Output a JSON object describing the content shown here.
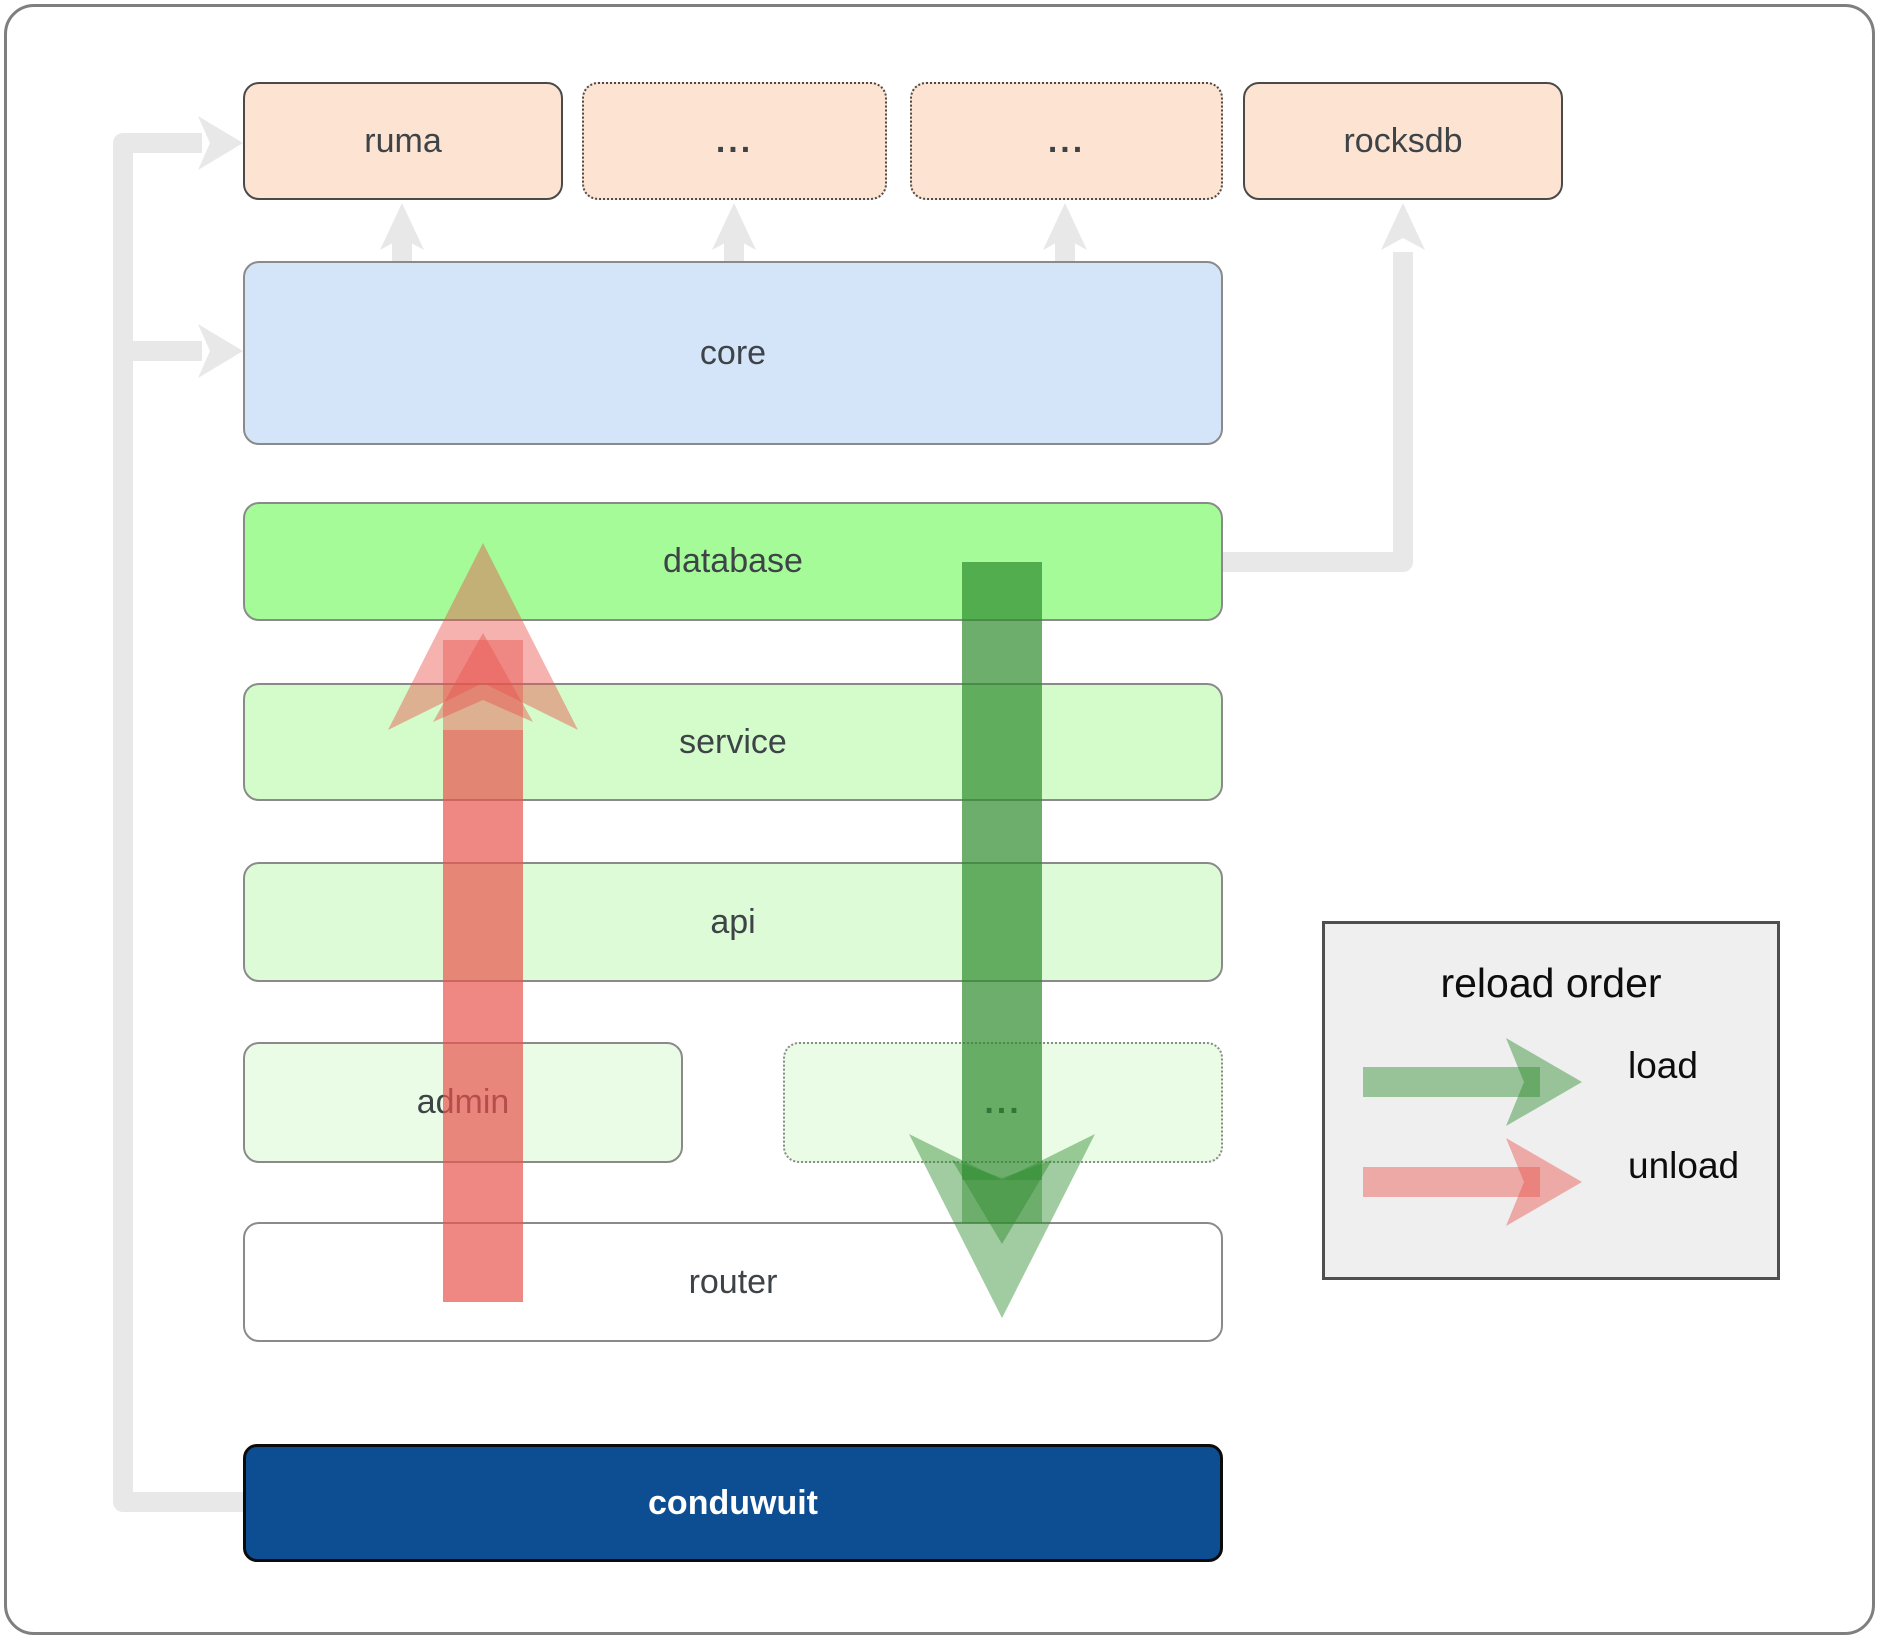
{
  "nodes": {
    "ruma": "ruma",
    "dep1": "...",
    "dep2": "...",
    "rocksdb": "rocksdb",
    "core": "core",
    "database": "database",
    "service": "service",
    "api": "api",
    "admin": "admin",
    "service_ext": "...",
    "router": "router",
    "conduwuit": "conduwuit"
  },
  "legend": {
    "title": "reload order",
    "items": [
      {
        "label": "load",
        "color": "#2e8b2e"
      },
      {
        "label": "unload",
        "color": "#e8554e"
      }
    ]
  },
  "colors": {
    "dependency_fill": "#fde4d2",
    "core_fill": "#d4e5f9",
    "database_fill": "#a5fb97",
    "service_fill": "#d4fccb",
    "api_fill": "#defbd7",
    "admin_fill": "#ebfce6",
    "router_fill": "#ffffff",
    "conduwuit_fill": "#0d4d92",
    "load_arrow": "#2e8b2e",
    "unload_arrow": "#e8554e",
    "connector_gray": "#e8e8e8"
  }
}
